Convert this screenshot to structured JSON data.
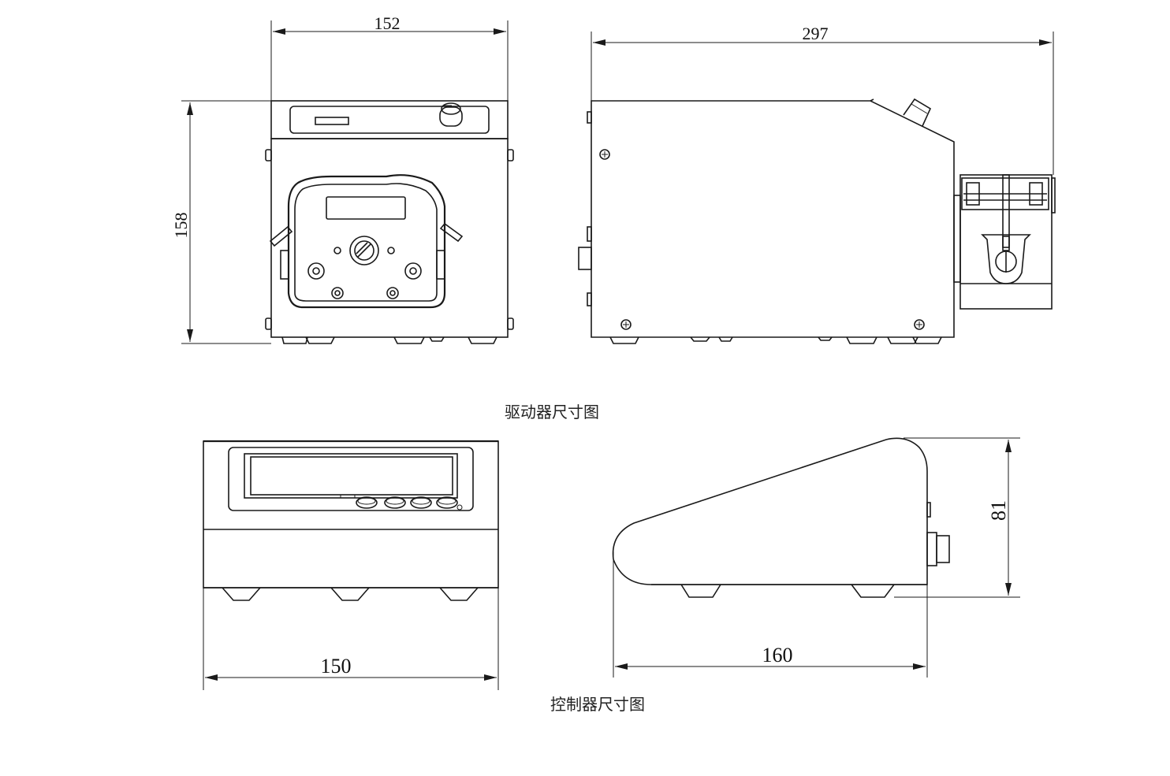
{
  "drive_unit": {
    "caption": "驱动器尺寸图",
    "front_width": "152",
    "height": "158",
    "side_length": "297"
  },
  "controller": {
    "caption": "控制器尺寸图",
    "front_width": "150",
    "side_length": "160",
    "height": "81"
  }
}
